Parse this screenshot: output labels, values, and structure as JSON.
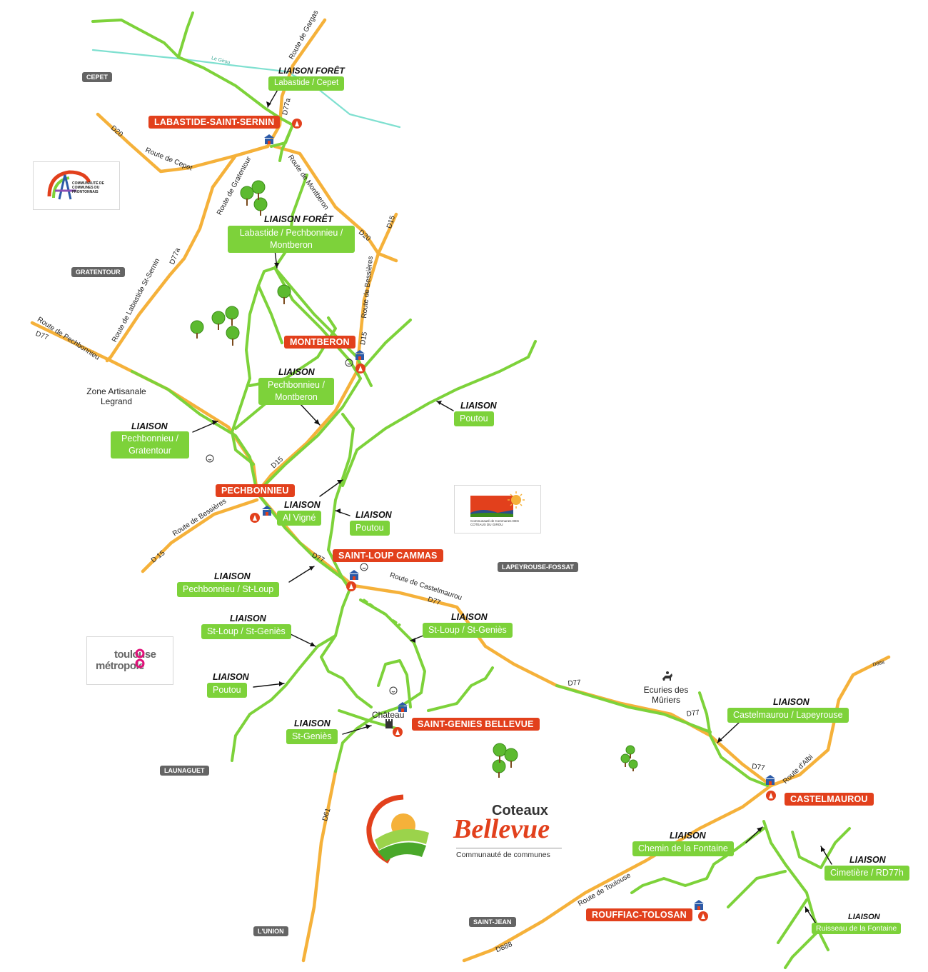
{
  "colors": {
    "green_path": "#7dd23a",
    "road": "#f5b13a",
    "town_bg": "#e2401c",
    "ext_bg": "#646464",
    "river": "#7fe0d0",
    "brand_red": "#e2401c"
  },
  "towns": {
    "labastide": "LABASTIDE-SAINT-SERNIN",
    "montberon": "MONTBERON",
    "pechbonnieu": "PECHBONNIEU",
    "saint_loup": "SAINT-LOUP CAMMAS",
    "saint_genies": "SAINT-GENIES BELLEVUE",
    "castelmaurou": "CASTELMAUROU",
    "rouffiac": "ROUFFIAC-TOLOSAN"
  },
  "neighbours": {
    "cepet": "CEPET",
    "gratentour": "GRATENTOUR",
    "lapeyrouse": "LAPEYROUSE-FOSSAT",
    "launaguet": "LAUNAGUET",
    "lunion": "L'UNION",
    "saint_jean": "SAINT-JEAN"
  },
  "liaisons": {
    "l1": {
      "title": "LIAISON FORÊT",
      "text": "Labastide / Cepet"
    },
    "l2": {
      "title": "LIAISON FORÊT",
      "text": "Labastide / Pechbonnieu / Montberon"
    },
    "l3": {
      "title": "LIAISON",
      "text": "Pechbonnieu / Montberon"
    },
    "l4": {
      "title": "LIAISON",
      "text": "Poutou"
    },
    "l5": {
      "title": "LIAISON",
      "text": "Pechbonnieu / Gratentour"
    },
    "l6": {
      "title": "LIAISON",
      "text": "Al Vigné"
    },
    "l7": {
      "title": "LIAISON",
      "text": "Poutou"
    },
    "l8": {
      "title": "LIAISON",
      "text": "Pechbonnieu / St-Loup"
    },
    "l9": {
      "title": "LIAISON",
      "text": "St-Loup / St-Geniès"
    },
    "l10": {
      "title": "LIAISON",
      "text": "St-Loup / St-Geniès"
    },
    "l11": {
      "title": "LIAISON",
      "text": "Poutou"
    },
    "l12": {
      "title": "LIAISON",
      "text": "St-Geniès"
    },
    "l13": {
      "title": "LIAISON",
      "text": "Castelmaurou / Lapeyrouse"
    },
    "l14": {
      "title": "LIAISON",
      "text": "Chemin de la Fontaine"
    },
    "l15": {
      "title": "LIAISON",
      "text": "Cimetière / RD77h"
    },
    "l16": {
      "title": "LIAISON",
      "text": "Ruisseau de la Fontaine"
    }
  },
  "roads": {
    "gargas": "Route de Gargas",
    "d77a_top": "D77a",
    "d20_left": "D20",
    "cepet": "Route de Cepet",
    "gratentour": "Route de Gratentour",
    "montberon": "Route de Montberon",
    "d20_right": "D20",
    "d15_top": "D15",
    "bessieres_top": "Route de Bessières",
    "d15_mid": "D15",
    "d77a_left": "D77a",
    "labastide_st_sernin": "Route de Labastide St-Sernin",
    "pechbonnieu": "Route de Pechbonnieu",
    "d77_left": "D77",
    "d15_low": "D15",
    "bessieres_low": "Route de Bessières",
    "d15_bottom": "D 15",
    "d77_mid": "D77",
    "castelmaurou": "Route de Castelmaurou",
    "d77_east": "D77",
    "d77_ecuries": "D77",
    "d77_sub": "D77",
    "d77_castel": "D77",
    "albi": "Route d'Albi",
    "d888_top": "D888",
    "toulouse": "Route de Toulouse",
    "d888_bottom": "D888",
    "d61": "D61",
    "river": "Le Girou"
  },
  "places": {
    "zone_artisanale": "Zone Artisanale Legrand",
    "chateau": "Château",
    "ecuries": "Ecuries des Mûriers"
  },
  "logos": {
    "bellevue_line1": "Coteaux",
    "bellevue_line2": "Bellevue",
    "bellevue_sub": "Communauté de communes",
    "toulouse_line1": "toulouse",
    "toulouse_line2": "métropole",
    "frontonnais": "COMMUNAUTÉ DE COMMUNES DU FRONTONNAIS",
    "coteaux_girou": "Communauté de Communes DES COTEAUX DU GIROU"
  }
}
